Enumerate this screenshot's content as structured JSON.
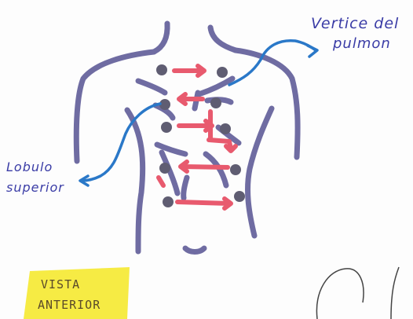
{
  "annotations": {
    "top_right_line1": "Vertice del",
    "top_right_line2": "pulmon",
    "left_line1": "Lobulo",
    "left_line2": "superior",
    "view_line1": "VISTA",
    "view_line2": "ANTERIOR"
  },
  "colors": {
    "outline": "#6f6ca2",
    "point": "#5f5d72",
    "arrow_red": "#e85a6e",
    "arrow_blue": "#2a78c8",
    "ink_blue": "#3a3ca6",
    "highlight": "#f5ea3a"
  }
}
